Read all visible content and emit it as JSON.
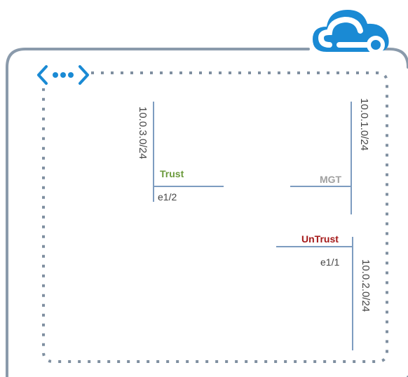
{
  "colors": {
    "frame": "#8a9aab",
    "vnet_border": "#7f8fa0",
    "azure_blue": "#1a8ad4",
    "subnet_line": "#7d9cc0",
    "trust": "#6b9a3c",
    "untrust": "#a51919",
    "mgt": "#a0a0a0",
    "text": "#444444"
  },
  "icons": {
    "cloud": "azure-cloud-icon",
    "vnet": "virtual-network-icon"
  },
  "subnets": {
    "trust_cidr": "10.0.3.0/24",
    "mgmt_cidr": "10.0.1.0/24",
    "untrust_cidr": "10.0.2.0/24"
  },
  "interfaces": {
    "trust_label": "Trust",
    "trust_port": "e1/2",
    "mgt_label": "MGT",
    "untrust_label": "UnTrust",
    "untrust_port": "e1/1"
  }
}
